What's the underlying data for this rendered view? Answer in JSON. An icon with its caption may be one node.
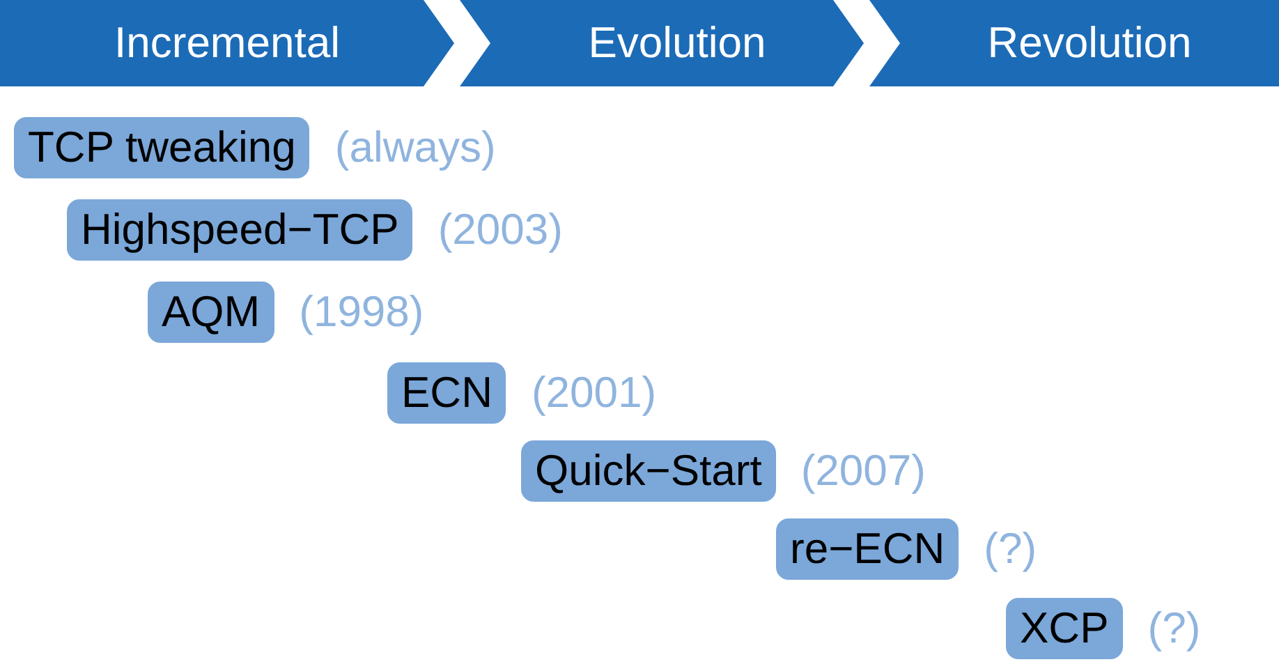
{
  "diagram": {
    "nodes": [
      {
        "text": [
          "Incremental"
        ]
      },
      {
        "text": [
          "Evolution"
        ]
      },
      {
        "text": [
          "Revolution"
        ]
      },
      {
        "text": [
          "TCP tweaking"
        ],
        "beside": [
          "(always)"
        ]
      },
      {
        "text": [
          "Highspeed−TCP"
        ],
        "beside": [
          "(2003)"
        ]
      },
      {
        "text": [
          "AQM"
        ],
        "beside": [
          "(1998)"
        ]
      },
      {
        "text": [
          "ECN"
        ],
        "beside": [
          "(2001)"
        ]
      },
      {
        "text": [
          "Quick−Start"
        ],
        "beside": [
          "(2007)"
        ]
      },
      {
        "text": [
          "re−ECN"
        ],
        "beside": [
          "(?)"
        ]
      },
      {
        "text": [
          "XCP"
        ],
        "beside": [
          "(?)"
        ]
      }
    ]
  }
}
